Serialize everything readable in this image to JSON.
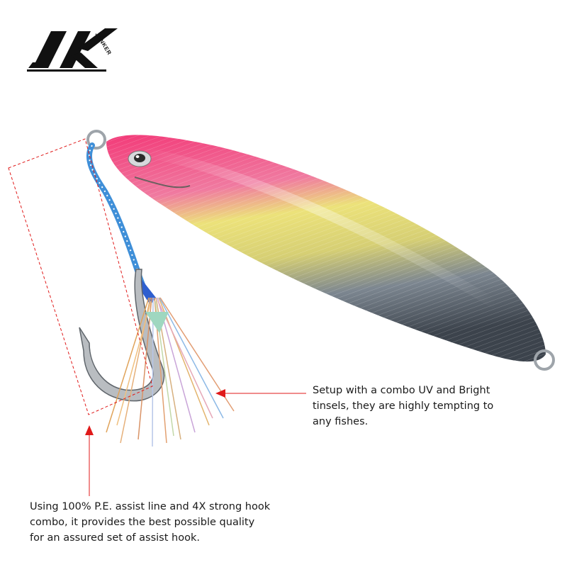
{
  "brand": {
    "logo_letters": "JK",
    "logo_word": "JANKER"
  },
  "product": {
    "image_name": "fishing-jig-with-assist-hook",
    "colors": {
      "top": "#f0306e",
      "middle": "#e8e070",
      "belly": "#5a6470",
      "assist_line": "#3f8fd8",
      "callout": "#e01a1a"
    }
  },
  "callouts": {
    "tinsel": {
      "lines": [
        "Setup with a combo UV and Bright",
        "tinsels, they are highly tempting to",
        "any fishes."
      ]
    },
    "assist_hook": {
      "lines": [
        "Using 100% P.E. assist line and 4X strong hook",
        "combo, it provides the best possible quality",
        "for an assured set of assist hook."
      ]
    }
  }
}
